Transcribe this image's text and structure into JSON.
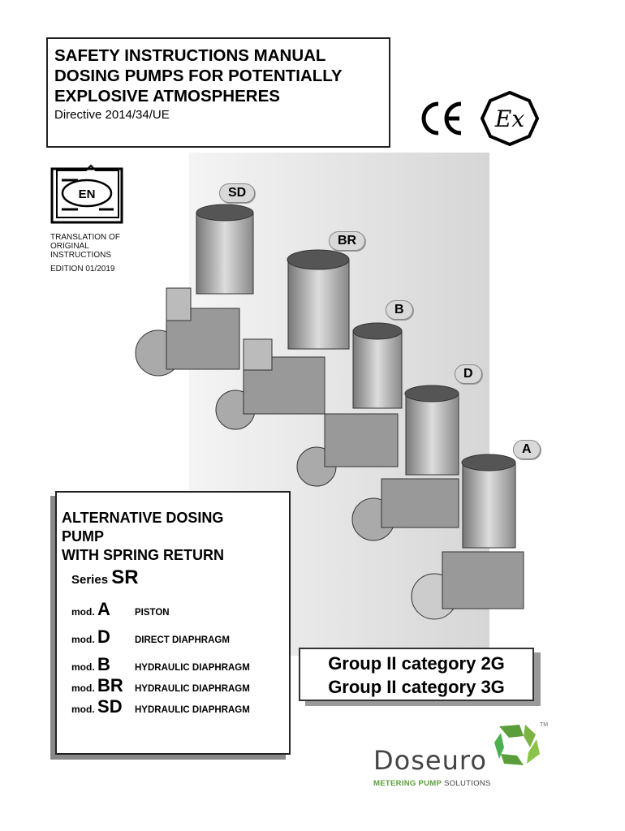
{
  "header": {
    "title_lines": [
      "SAFETY INSTRUCTIONS MANUAL",
      "DOSING PUMPS FOR POTENTIALLY",
      "EXPLOSIVE ATMOSPHERES"
    ],
    "directive": "Directive 2014/34/UE",
    "marks": [
      "CE",
      "Ex"
    ]
  },
  "language": {
    "badge": "EN",
    "translation_lines": [
      "TRANSLATION OF",
      "ORIGINAL",
      "INSTRUCTIONS"
    ],
    "edition": "EDITION  01/2019"
  },
  "pump_labels": [
    "SD",
    "BR",
    "B",
    "D",
    "A"
  ],
  "series_box": {
    "title_lines": [
      "ALTERNATIVE DOSING",
      "PUMP",
      "WITH SPRING RETURN"
    ],
    "series_prefix": "Series",
    "series_name": "SR",
    "models": [
      {
        "prefix": "mod.",
        "code": "A",
        "desc": "PISTON"
      },
      {
        "prefix": "mod.",
        "code": "D",
        "desc": "DIRECT DIAPHRAGM"
      },
      {
        "prefix": "mod.",
        "code": "B",
        "desc": "HYDRAULIC DIAPHRAGM"
      },
      {
        "prefix": "mod.",
        "code": "BR",
        "desc": "HYDRAULIC DIAPHRAGM"
      },
      {
        "prefix": "mod.",
        "code": "SD",
        "desc": "HYDRAULIC DIAPHRAGM"
      }
    ]
  },
  "groups": [
    "Group II category 2G",
    "Group II category 3G"
  ],
  "brand": {
    "name": "Doseuro",
    "tagline_a": "METERING PUMP",
    "tagline_b": " SOLUTIONS",
    "tm": "TM",
    "green": "#5a9e3c",
    "gray": "#444444"
  }
}
